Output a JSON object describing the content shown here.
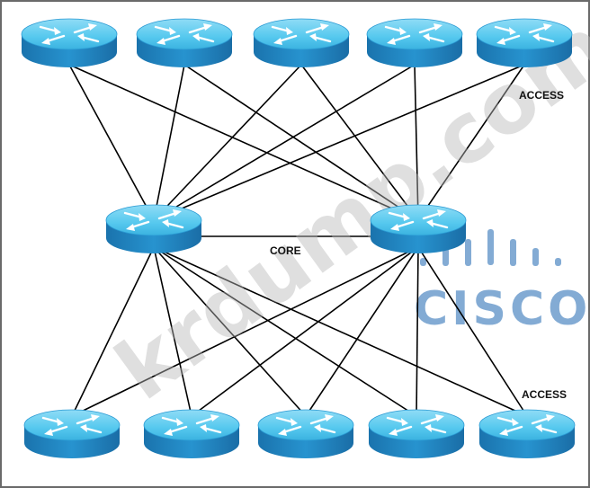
{
  "labels": {
    "access_top": "ACCESS",
    "core": "CORE",
    "access_bottom": "ACCESS"
  },
  "watermark": "krdump.com",
  "logo": {
    "text": "CISCO",
    "color": "#5a8fc6"
  },
  "colors": {
    "router_top": "#55c8ee",
    "router_side": "#1f87c4",
    "arrow": "#ffffff",
    "link": "#000000",
    "frame": "#555555"
  },
  "nodes": [
    {
      "id": "access-top-1",
      "layer": "access-top"
    },
    {
      "id": "access-top-2",
      "layer": "access-top"
    },
    {
      "id": "access-top-3",
      "layer": "access-top"
    },
    {
      "id": "access-top-4",
      "layer": "access-top"
    },
    {
      "id": "access-top-5",
      "layer": "access-top"
    },
    {
      "id": "core-1",
      "layer": "core"
    },
    {
      "id": "core-2",
      "layer": "core"
    },
    {
      "id": "access-bottom-1",
      "layer": "access-bottom"
    },
    {
      "id": "access-bottom-2",
      "layer": "access-bottom"
    },
    {
      "id": "access-bottom-3",
      "layer": "access-bottom"
    },
    {
      "id": "access-bottom-4",
      "layer": "access-bottom"
    },
    {
      "id": "access-bottom-5",
      "layer": "access-bottom"
    }
  ],
  "links": [
    [
      "access-top-1",
      "core-1"
    ],
    [
      "access-top-1",
      "core-2"
    ],
    [
      "access-top-2",
      "core-1"
    ],
    [
      "access-top-2",
      "core-2"
    ],
    [
      "access-top-3",
      "core-1"
    ],
    [
      "access-top-3",
      "core-2"
    ],
    [
      "access-top-4",
      "core-1"
    ],
    [
      "access-top-4",
      "core-2"
    ],
    [
      "access-top-5",
      "core-1"
    ],
    [
      "access-top-5",
      "core-2"
    ],
    [
      "core-1",
      "core-2"
    ],
    [
      "core-1",
      "access-bottom-1"
    ],
    [
      "core-1",
      "access-bottom-2"
    ],
    [
      "core-1",
      "access-bottom-3"
    ],
    [
      "core-1",
      "access-bottom-4"
    ],
    [
      "core-1",
      "access-bottom-5"
    ],
    [
      "core-2",
      "access-bottom-1"
    ],
    [
      "core-2",
      "access-bottom-2"
    ],
    [
      "core-2",
      "access-bottom-3"
    ],
    [
      "core-2",
      "access-bottom-4"
    ],
    [
      "core-2",
      "access-bottom-5"
    ]
  ]
}
